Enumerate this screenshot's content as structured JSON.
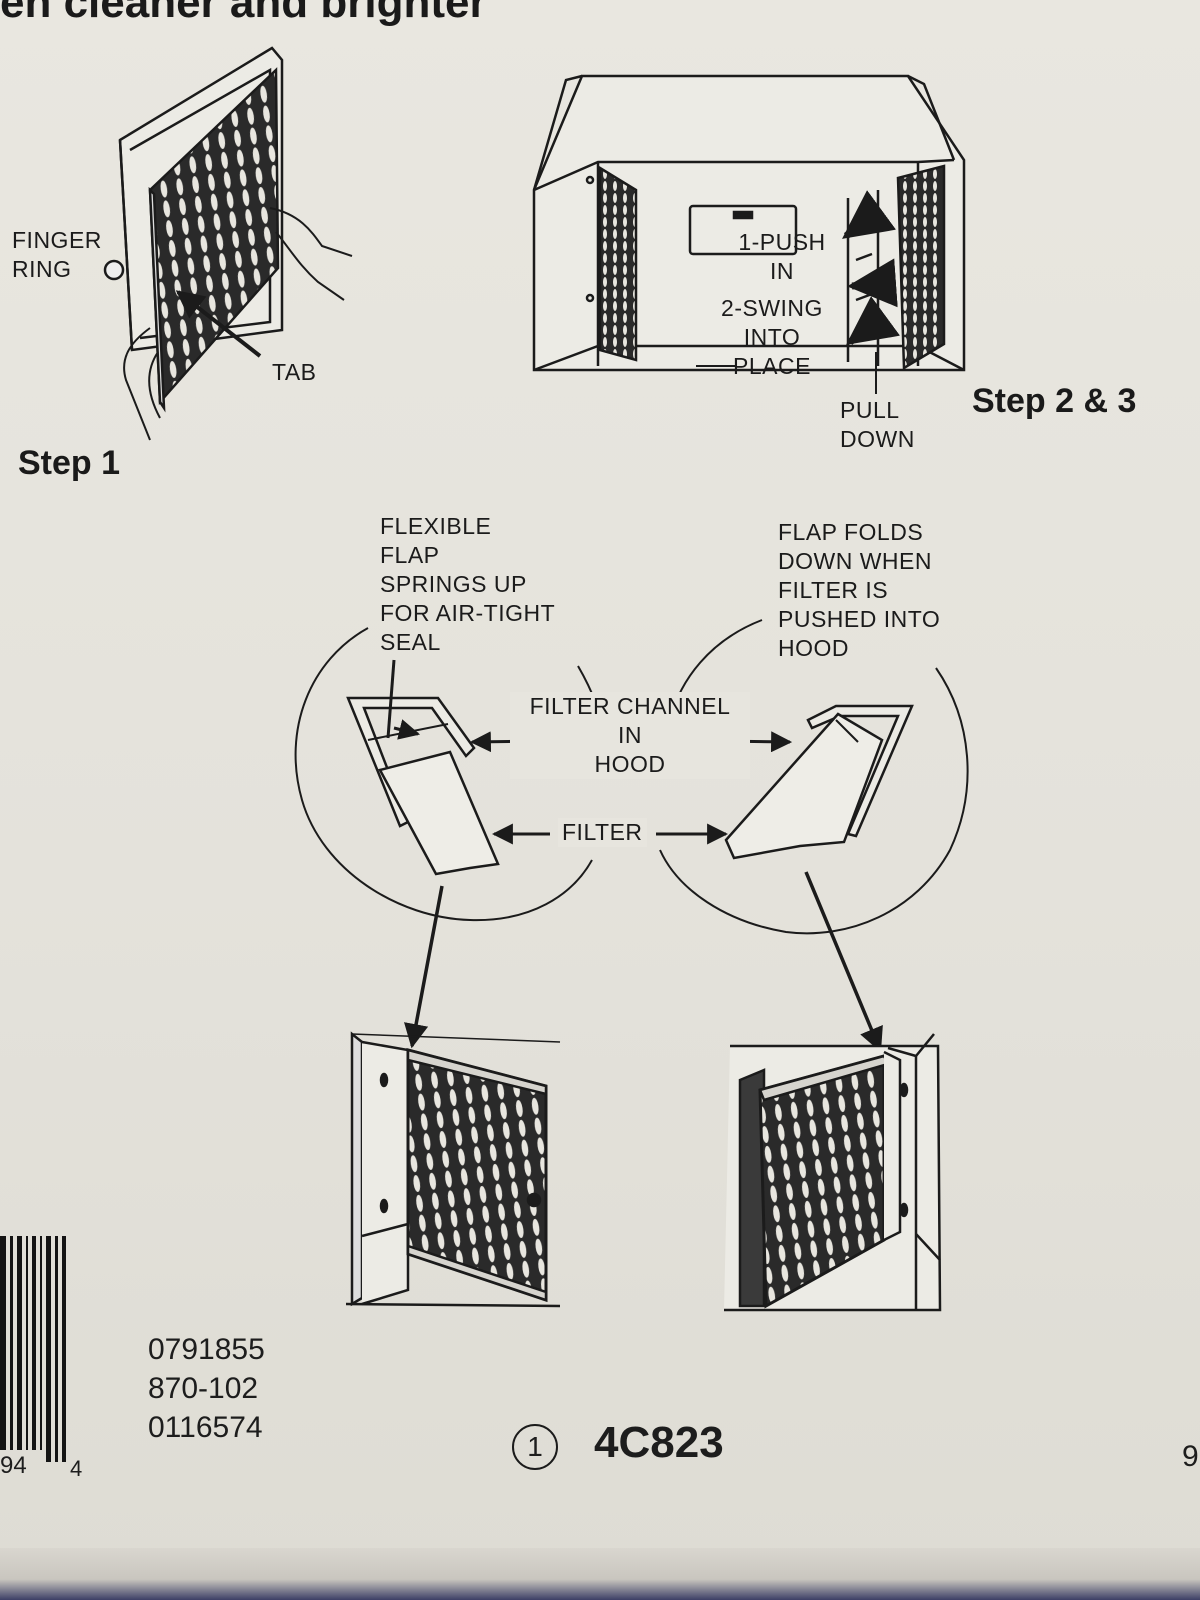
{
  "heading_fragment": "en cleaner and brighter",
  "steps": {
    "step1": "Step 1",
    "step23": "Step 2 & 3"
  },
  "labels": {
    "finger_ring": "FINGER\nRING",
    "tab": "TAB",
    "push_in": "1-PUSH\nIN",
    "swing_into_place": "2-SWING\nINTO\nPLACE",
    "pull_down": "PULL\nDOWN",
    "flexible_flap": "FLEXIBLE\nFLAP\nSPRINGS UP\nFOR AIR-TIGHT\nSEAL",
    "flap_folds": "FLAP FOLDS\nDOWN WHEN\nFILTER IS\nPUSHED INTO\nHOOD",
    "filter_channel": "FILTER CHANNEL\nIN\nHOOD",
    "filter": "FILTER"
  },
  "codes": {
    "lines": "0791855\n870-102\n0116574",
    "barcode_digit": "4",
    "barcode_left_digits": "94"
  },
  "model": {
    "circle_number": "1",
    "code": "4C823"
  },
  "edge_digit": "9"
}
